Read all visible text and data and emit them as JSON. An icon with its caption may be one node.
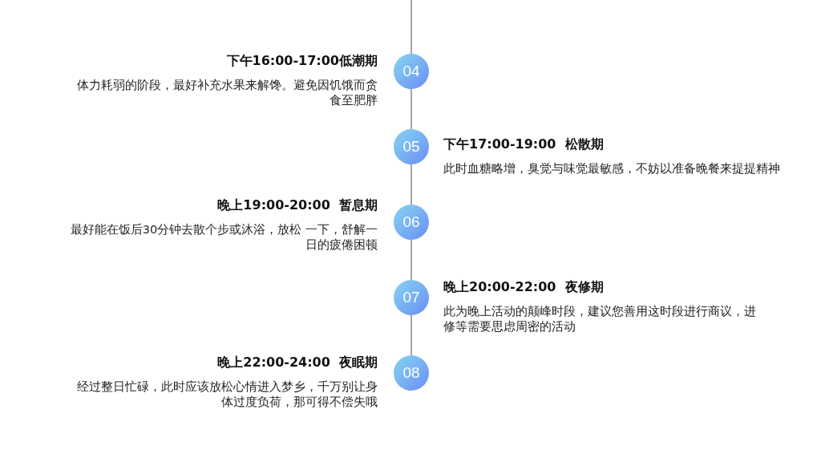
{
  "diagram": {
    "nodes": [
      {
        "text": [
          "04"
        ],
        "beside": [
          "下午16:00-17:00低潮期",
          "体力耗弱的阶段，最好补充水果来解馋。避免因饥饿而贪食至肥胖"
        ]
      },
      {
        "text": [
          "05"
        ],
        "beside": [
          "下午17:00-19:00  松散期",
          "此时血糖略增，臭觉与味觉最敏感，不妨以准备晚餐来提提精神"
        ]
      },
      {
        "text": [
          "06"
        ],
        "beside": [
          "晚上19:00-20:00  暂息期",
          "最好能在饭后30分钟去散个步或沐浴，放松 一下，舒解一日的疲倦困顿"
        ]
      },
      {
        "text": [
          "07"
        ],
        "beside": [
          "晚上20:00-22:00  夜修期",
          "此为晚上活动的颠峰时段，建议您善用这时段进行商议，进修等需要思虑周密的活动"
        ]
      },
      {
        "text": [
          "08"
        ],
        "beside": [
          "晚上22:00-24:00  夜眠期",
          "经过整日忙碌，此时应该放松心情进入梦乡，千万别让身体过度负荷，那可得不偿失哦"
        ]
      }
    ],
    "edges": [
      {
        "from": null,
        "to": 0,
        "arrow": "none"
      },
      {
        "from": 0,
        "to": 1,
        "arrow": "none"
      },
      {
        "from": 1,
        "to": 2,
        "arrow": "none"
      },
      {
        "from": 2,
        "to": 3,
        "arrow": "none"
      },
      {
        "from": 3,
        "to": 4,
        "arrow": "none"
      }
    ]
  }
}
